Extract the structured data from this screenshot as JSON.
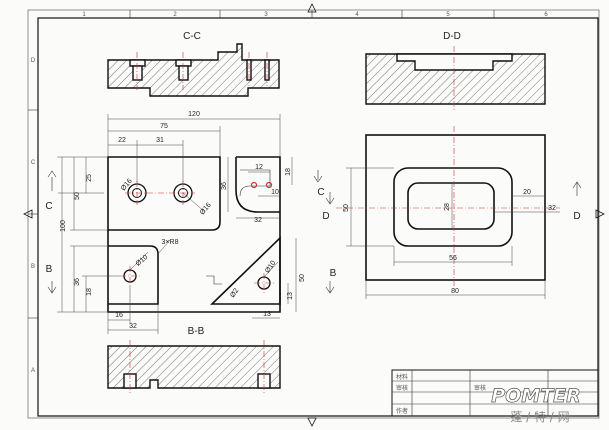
{
  "sheet": {
    "zones_top": [
      "1",
      "2",
      "3",
      "4",
      "5",
      "6"
    ],
    "zones_side": [
      "D",
      "C",
      "B",
      "A"
    ]
  },
  "views": {
    "section_cc": "C-C",
    "section_dd": "D-D",
    "section_bb": "B-B"
  },
  "cut_marks": {
    "c": "C",
    "d": "D",
    "b": "B"
  },
  "front_dims": {
    "d120": "120",
    "d75": "75",
    "d22": "22",
    "d31": "31",
    "d25": "25",
    "d50": "50",
    "d100": "100",
    "d36": "36",
    "d18": "18",
    "d16": "16",
    "d32": "32",
    "d12": "12",
    "d10": "10",
    "d18b": "18",
    "d36b": "36",
    "d32b": "32",
    "d50b": "50",
    "d13": "13",
    "d13b": "13",
    "dia16a": "Ø16",
    "dia16b": "Ø16",
    "dia10a": "Ø10",
    "dia10b": "Ø10",
    "r3": "3×R8",
    "dia": "Ø2"
  },
  "top_dims": {
    "d50": "50",
    "d28": "28",
    "d20": "20",
    "d32": "32",
    "d56": "56",
    "d80": "80"
  },
  "title_block": {
    "r1": "材料",
    "r2": "审核",
    "r3": "审核",
    "r4": "作者"
  },
  "watermark": {
    "brand": "POMTER",
    "sub": "蓬 / 特 / 网"
  }
}
